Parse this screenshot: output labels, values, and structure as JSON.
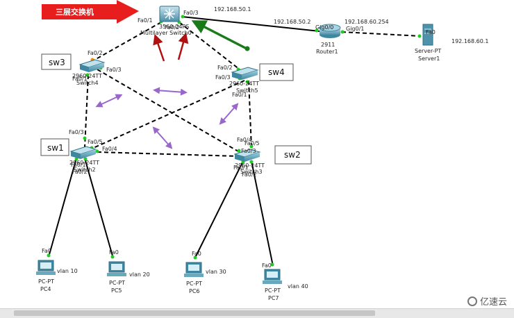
{
  "banner": {
    "text": "三层交换机",
    "color": "#e81e1e"
  },
  "devices": {
    "multilayer": {
      "model": "3560-24PS",
      "name": "Multilayer Switch0"
    },
    "switch4": {
      "model": "2960-24TT",
      "name": "Switch4",
      "tag": "sw3"
    },
    "switch5": {
      "model": "2960-24TT",
      "name": "Switch5",
      "tag": "sw4"
    },
    "switch2": {
      "model": "2960-24TT",
      "name": "Switch2",
      "tag": "sw1"
    },
    "switch3": {
      "model": "2960-24TT",
      "name": "Switch3",
      "tag": "sw2"
    },
    "router1": {
      "model": "2911",
      "name": "Router1"
    },
    "server1": {
      "model": "Server-PT",
      "name": "Server1"
    },
    "pc4": {
      "model": "PC-PT",
      "name": "PC4",
      "vlan": "vlan 10"
    },
    "pc5": {
      "model": "PC-PT",
      "name": "PC5",
      "vlan": "vlan 20"
    },
    "pc6": {
      "model": "PC-PT",
      "name": "PC6",
      "vlan": "vlan 30"
    },
    "pc7": {
      "model": "PC-PT",
      "name": "PC7",
      "vlan": "vlan 40"
    }
  },
  "ips": {
    "ml_fa03": "192.168.50.1",
    "r1_gig00": "192.168.50.2",
    "r1_gig01": "192.168.60.254",
    "server": "192.168.60.1"
  },
  "ports": {
    "ml_fa01": "Fa0/1",
    "ml_fa02": "Fa0/2",
    "ml_fa03": "Fa0/3",
    "r1_g00": "Gig0/0",
    "r1_g01": "Gig0/1",
    "srv_fa0": "Fa0",
    "sw3_fa02": "Fa0/2",
    "sw3_fa03": "Fa0/3",
    "sw3_fa01": "Fa0/1",
    "sw4_fa02": "Fa0/2",
    "sw4_fa03": "Fa0/3",
    "sw4_fa01": "Fa0/1",
    "sw1_fa03": "Fa0/3",
    "sw1_fa05": "Fa0/5",
    "sw1_fa04": "Fa0/4",
    "sw1_fa01": "Fa0/1",
    "sw1_fa02": "Fa0/2",
    "sw2_fa05": "Fa0/5",
    "sw2_fa04": "Fa0/4",
    "sw2_fa03": "Fa0/3",
    "sw2_fa01": "Fa0/1",
    "sw2_fa02": "Fa0/2",
    "pc4_fa0": "Fa0",
    "pc5_fa0": "Fa0",
    "pc6_fa0": "Fa0",
    "pc7_fa0": "Fa0"
  },
  "colors": {
    "link": "#000000",
    "port_up": "#22cc22",
    "port_orange": "#ff8800",
    "arrow_red": "#b01010",
    "arrow_green": "#1a7a1a",
    "arrow_purple": "#9966cc",
    "switch_body": "#5aa0b8"
  },
  "watermark": {
    "text": "亿速云"
  }
}
